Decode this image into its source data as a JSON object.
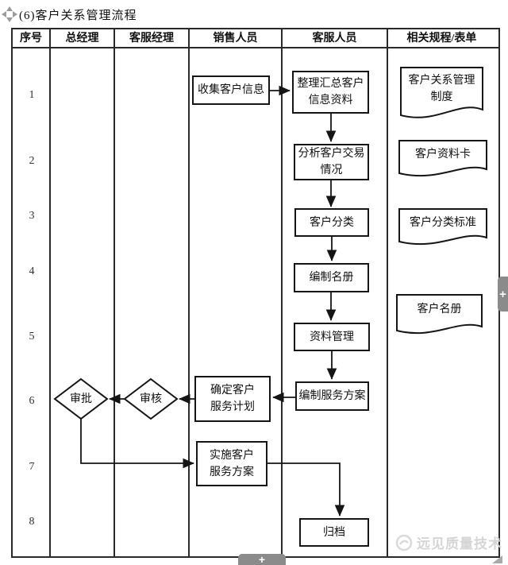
{
  "title": {
    "text": "(6)客户关系管理流程"
  },
  "table": {
    "headers": [
      "序号",
      "总经理",
      "客服经理",
      "销售人员",
      "客服人员",
      "相关规程/表单"
    ],
    "row_numbers": [
      "1",
      "2",
      "3",
      "4",
      "5",
      "6",
      "7",
      "8"
    ]
  },
  "flowchart": {
    "nodes": {
      "collect_info": "收集客户信息",
      "summarize_info": "整理汇总客户\n信息资料",
      "analyze_transactions": "分析客户交易\n情况",
      "classify_customers": "客户分类",
      "compile_roster": "编制名册",
      "data_management": "资料管理",
      "draft_service_plan": "编制服务方案",
      "determine_service_plan": "确定客户\n服务计划",
      "review": "审核",
      "approve": "审批",
      "implement_service_plan": "实施客户\n服务方案",
      "archive": "归档"
    },
    "documents": {
      "crm_system": "客户关系管理\n制度",
      "customer_data_card": "客户资料卡",
      "classification_standard": "客户分类标准",
      "customer_roster": "客户名册"
    }
  },
  "overlay": {
    "plus_label": "+"
  },
  "watermark": {
    "text": "远见质量技术"
  },
  "colors": {
    "line": "#151515",
    "tab_gray": "#8b8b8b",
    "watermark_gray": "#d5d5d5",
    "move_icon_gray": "#9a9a9a"
  }
}
